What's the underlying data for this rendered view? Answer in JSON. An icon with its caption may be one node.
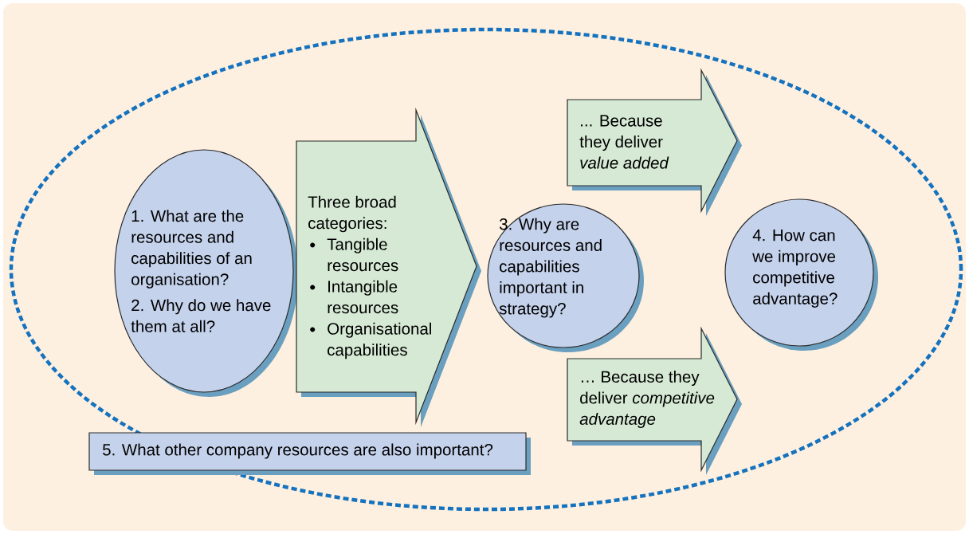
{
  "diagram": {
    "nodes": [
      {
        "text": [
          "1. What are the resources and capabilities of an organisation?",
          "2. Why do we have them at all?"
        ]
      },
      {
        "text": [
          "Three broad categories:",
          "Tangible resources",
          "Intangible resources",
          "Organisational capabilities"
        ]
      },
      {
        "text": [
          "3. Why are resources and capabilities important in strategy?"
        ]
      },
      {
        "text": [
          "... Because they deliver *value added*"
        ]
      },
      {
        "text": [
          "… Because they deliver *competitive advantage*"
        ]
      },
      {
        "text": [
          "4. How can we improve competitive advantage?"
        ]
      },
      {
        "text": [
          "5. What other company resources are also important?"
        ]
      }
    ]
  }
}
